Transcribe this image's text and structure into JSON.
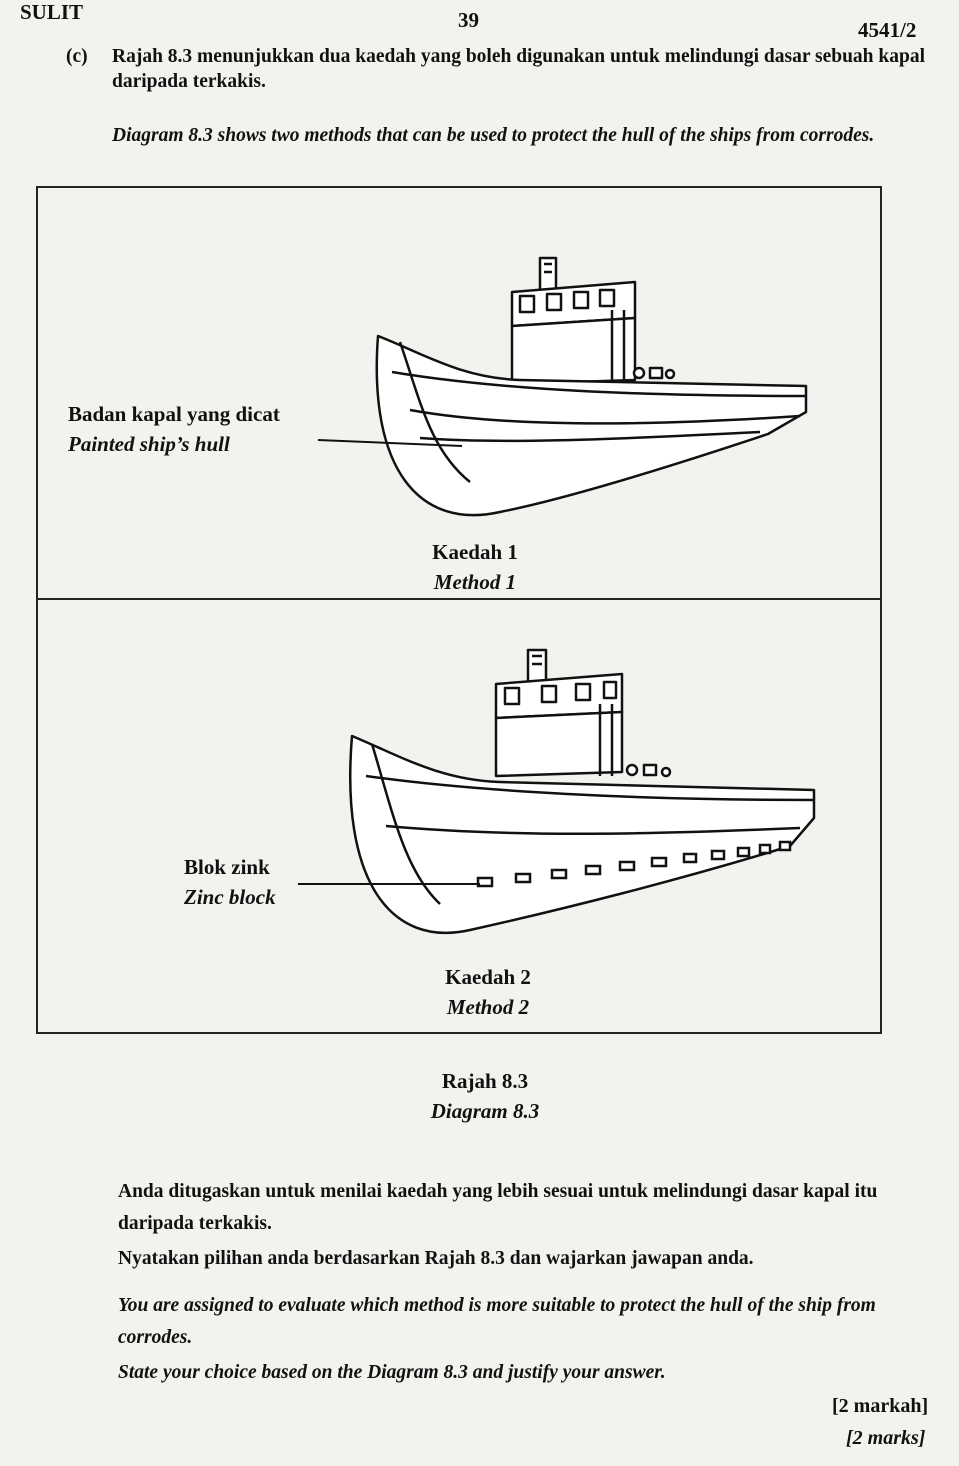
{
  "header": {
    "left": "SULIT",
    "center": "39",
    "right": "4541/2"
  },
  "question": {
    "part": "(c)",
    "malay": "Rajah 8.3 menunjukkan dua kaedah yang boleh digunakan untuk melindungi dasar sebuah kapal daripada terkakis.",
    "english": "Diagram 8.3 shows two methods that can be used to protect the hull of the ships from corrodes."
  },
  "figure": {
    "method1": {
      "label_malay": "Badan kapal yang dicat",
      "label_english": "Painted ship’s hull",
      "caption_malay": "Kaedah 1",
      "caption_english": "Method 1"
    },
    "method2": {
      "label_malay": "Blok zink",
      "label_english": "Zinc block",
      "caption_malay": "Kaedah 2",
      "caption_english": "Method 2"
    },
    "caption_malay": "Rajah 8.3",
    "caption_english": "Diagram 8.3"
  },
  "task": {
    "malay_1": "Anda ditugaskan untuk menilai kaedah yang lebih sesuai untuk melindungi dasar kapal itu daripada terkakis.",
    "malay_2": "Nyatakan pilihan anda berdasarkan Rajah 8.3 dan wajarkan jawapan anda.",
    "english_1": "You are assigned to evaluate which method is more suitable to protect the hull of the ship from corrodes.",
    "english_2": "State your choice based on the Diagram 8.3 and justify your answer."
  },
  "marks": {
    "malay": "[2 markah]",
    "english": "[2 marks]"
  }
}
